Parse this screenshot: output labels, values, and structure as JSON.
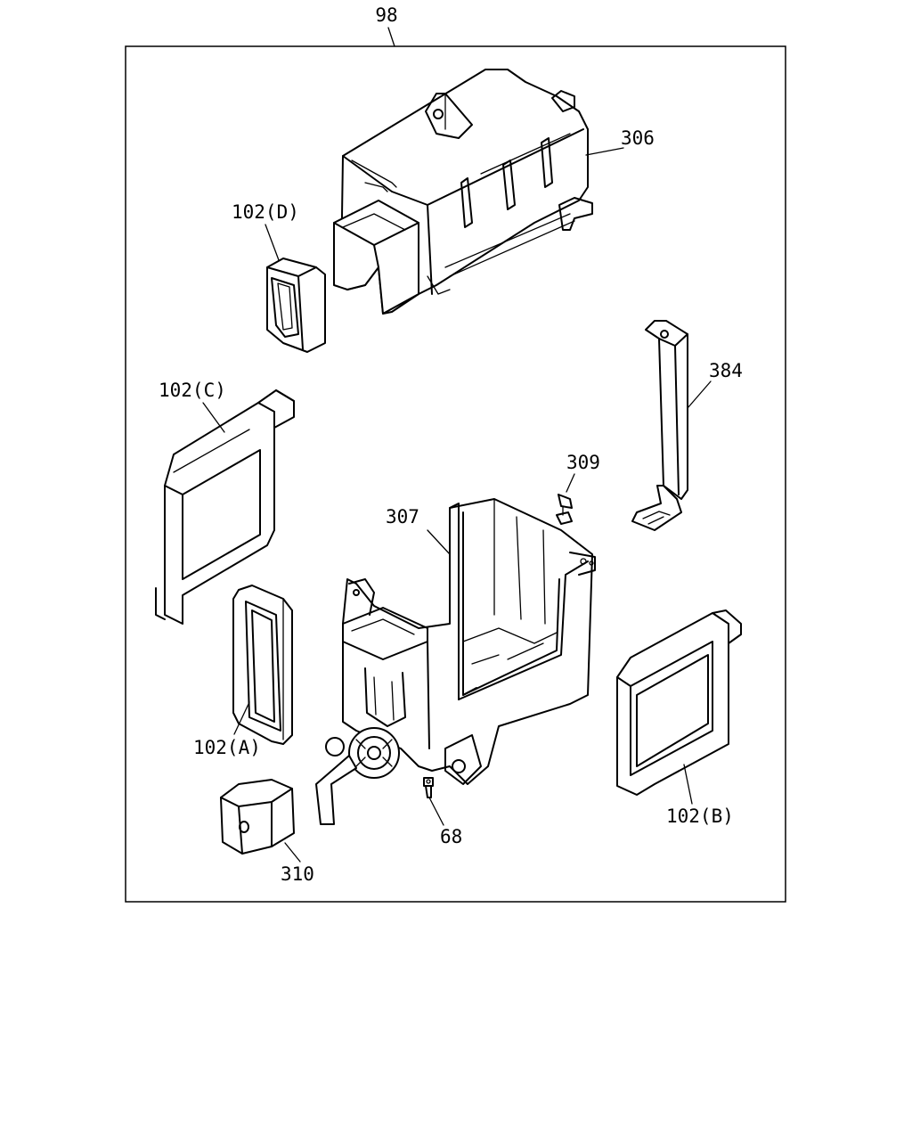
{
  "labels": {
    "assembly": "98",
    "upper_case": "306",
    "seal_d": "102(D)",
    "bracket": "384",
    "seal_c": "102(C)",
    "clip": "309",
    "lower_case": "307",
    "seal_a": "102(A)",
    "seal_b": "102(B)",
    "screw": "68",
    "plug": "310"
  }
}
